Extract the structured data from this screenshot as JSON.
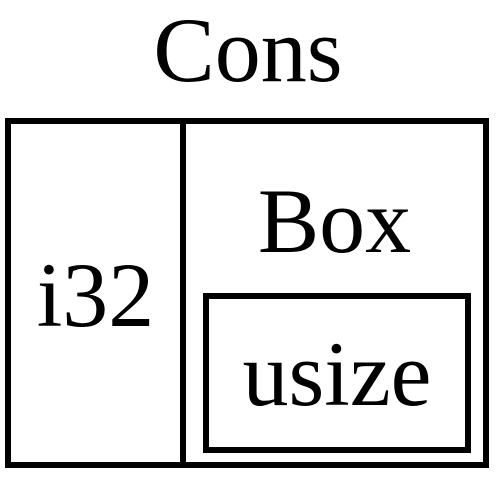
{
  "diagram": {
    "title": "Cons",
    "left_cell": {
      "label": "i32"
    },
    "right_cell": {
      "label": "Box",
      "inner": {
        "label": "usize"
      }
    }
  }
}
